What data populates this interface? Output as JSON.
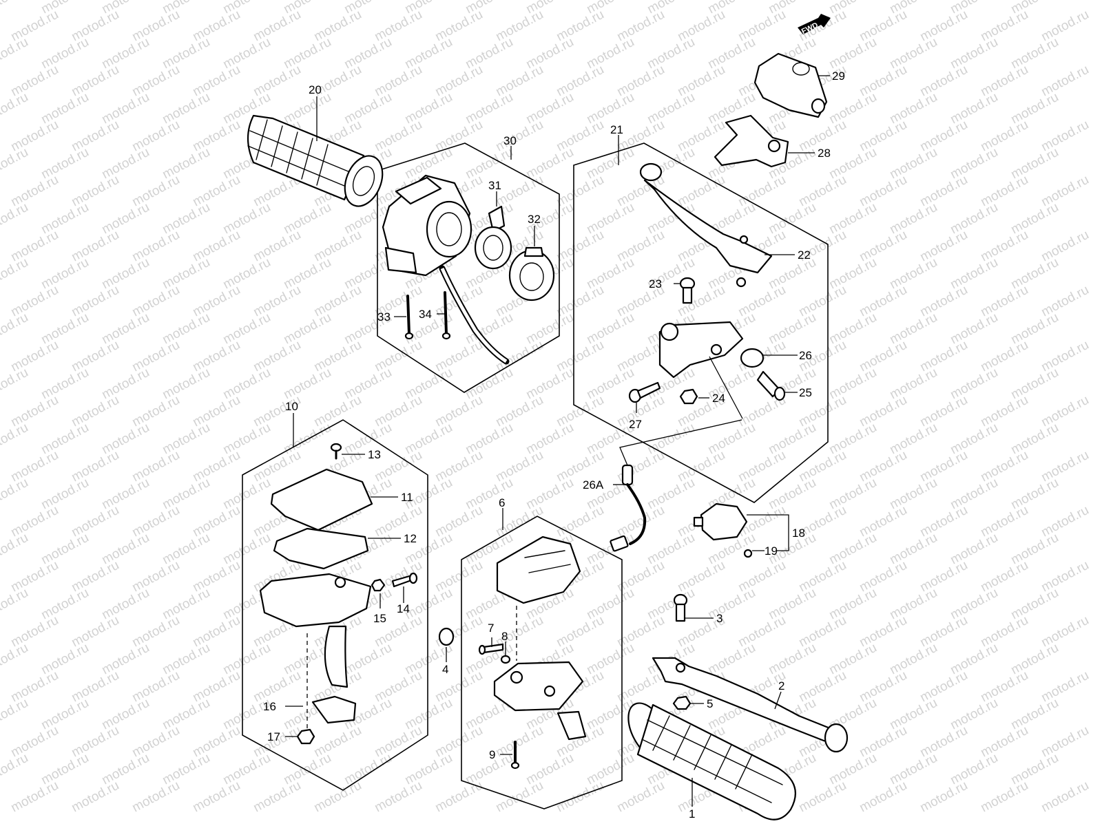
{
  "watermark": "motod.ru",
  "fwd_label": "FWD",
  "labels": {
    "n1": "1",
    "n2": "2",
    "n3": "3",
    "n4": "4",
    "n5": "5",
    "n6": "6",
    "n7": "7",
    "n8": "8",
    "n9": "9",
    "n10": "10",
    "n11": "11",
    "n12": "12",
    "n13": "13",
    "n14": "14",
    "n15": "15",
    "n16": "16",
    "n17": "17",
    "n18": "18",
    "n19": "19",
    "n20": "20",
    "n21": "21",
    "n22": "22",
    "n23": "23",
    "n24": "24",
    "n25": "25",
    "n26": "26",
    "n26a": "26A",
    "n27": "27",
    "n28": "28",
    "n29": "29",
    "n30": "30",
    "n31": "31",
    "n32": "32",
    "n33": "33",
    "n34": "34"
  }
}
